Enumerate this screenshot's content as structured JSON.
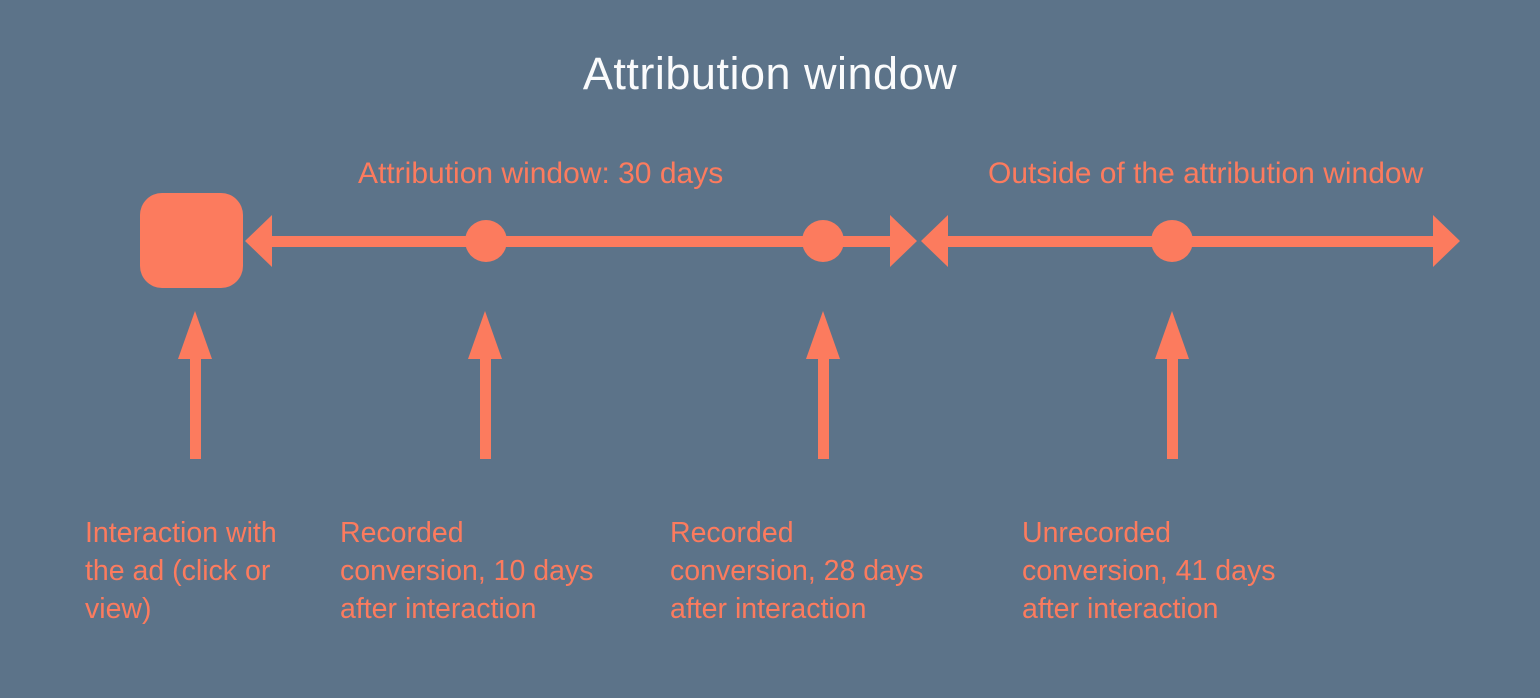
{
  "colors": {
    "background": "#5C7389",
    "accent": "#FC7B5E",
    "title": "#FAFBFC"
  },
  "title": "Attribution window",
  "timeline": {
    "window_label": "Attribution window: 30 days",
    "outside_label": "Outside of the attribution window",
    "start_marker": "rounded-square",
    "event_dot_count": 3,
    "segments": [
      {
        "name": "attribution-window",
        "style": "double-headed-arrow",
        "dots_at_days": [
          10,
          28
        ]
      },
      {
        "name": "outside-attribution-window",
        "style": "double-headed-arrow",
        "dots_at_days": [
          41
        ]
      }
    ]
  },
  "annotations": [
    {
      "name": "interaction",
      "lines": [
        "Interaction with",
        "the ad (click or",
        "view)"
      ]
    },
    {
      "name": "conversion-10-days",
      "lines": [
        "Recorded",
        "conversion, 10 days",
        "after interaction"
      ]
    },
    {
      "name": "conversion-28-days",
      "lines": [
        "Recorded",
        "conversion, 28 days",
        "after interaction"
      ]
    },
    {
      "name": "conversion-41-days",
      "lines": [
        "Unrecorded",
        "conversion, 41 days",
        "after interaction"
      ]
    }
  ]
}
